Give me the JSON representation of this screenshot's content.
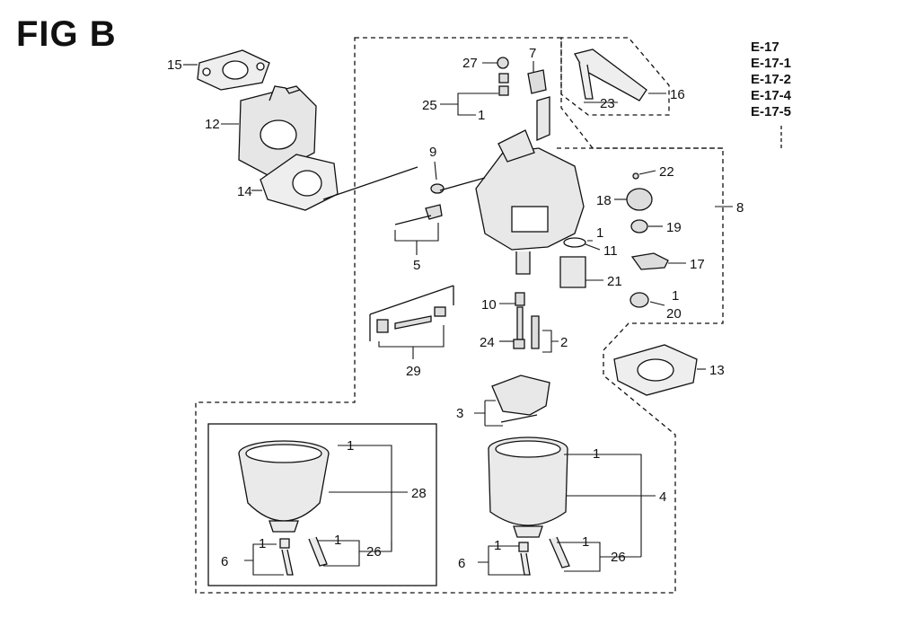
{
  "figure": {
    "title": "FIG B",
    "references": [
      "E-17",
      "E-17-1",
      "E-17-2",
      "E-17-4",
      "E-17-5"
    ]
  },
  "callouts": {
    "c15": "15",
    "c12": "12",
    "c14": "14",
    "c27": "27",
    "c7": "7",
    "c25": "25",
    "c1a": "1",
    "c9": "9",
    "c5": "5",
    "c16": "16",
    "c23": "23",
    "c22": "22",
    "c18": "18",
    "c8": "8",
    "c19": "19",
    "c1b": "1",
    "c11": "11",
    "c17": "17",
    "c21": "21",
    "c10": "10",
    "c1c": "1",
    "c20": "20",
    "c29": "29",
    "c24": "24",
    "c2": "2",
    "c13": "13",
    "c3": "3",
    "c1d": "1",
    "c28": "28",
    "c1e": "1",
    "c4": "4",
    "c6a": "6",
    "c1f": "1",
    "c1g": "1",
    "c26a": "26",
    "c6b": "6",
    "c1h": "1",
    "c1i": "1",
    "c26b": "26"
  }
}
